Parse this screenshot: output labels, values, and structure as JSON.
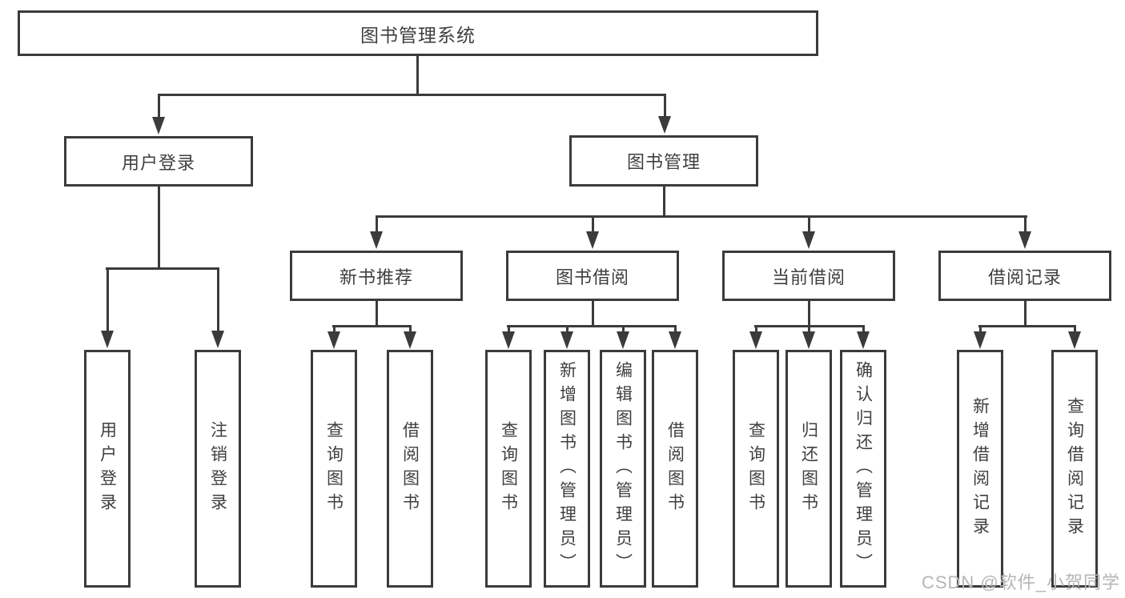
{
  "colors": {
    "line": "#3b3b3b",
    "text": "#3f3f3f",
    "watermark": "#b5b5b5",
    "bg": "#ffffff"
  },
  "watermark": {
    "text": "CSDN @软件_小贺同学"
  },
  "tree": {
    "label": "图书管理系统",
    "children": [
      {
        "label": "用户登录",
        "children": [
          {
            "label": "用户登录"
          },
          {
            "label": "注销登录"
          }
        ]
      },
      {
        "label": "图书管理",
        "children": [
          {
            "label": "新书推荐",
            "children": [
              {
                "label": "查询图书"
              },
              {
                "label": "借阅图书"
              }
            ]
          },
          {
            "label": "图书借阅",
            "children": [
              {
                "label": "查询图书"
              },
              {
                "label": "新增图书（管理员）"
              },
              {
                "label": "编辑图书（管理员）"
              },
              {
                "label": "借阅图书"
              }
            ]
          },
          {
            "label": "当前借阅",
            "children": [
              {
                "label": "查询图书"
              },
              {
                "label": "归还图书"
              },
              {
                "label": "确认归还（管理员）"
              }
            ]
          },
          {
            "label": "借阅记录",
            "children": [
              {
                "label": "新增借阅记录"
              },
              {
                "label": "查询借阅记录"
              }
            ]
          }
        ]
      }
    ]
  }
}
